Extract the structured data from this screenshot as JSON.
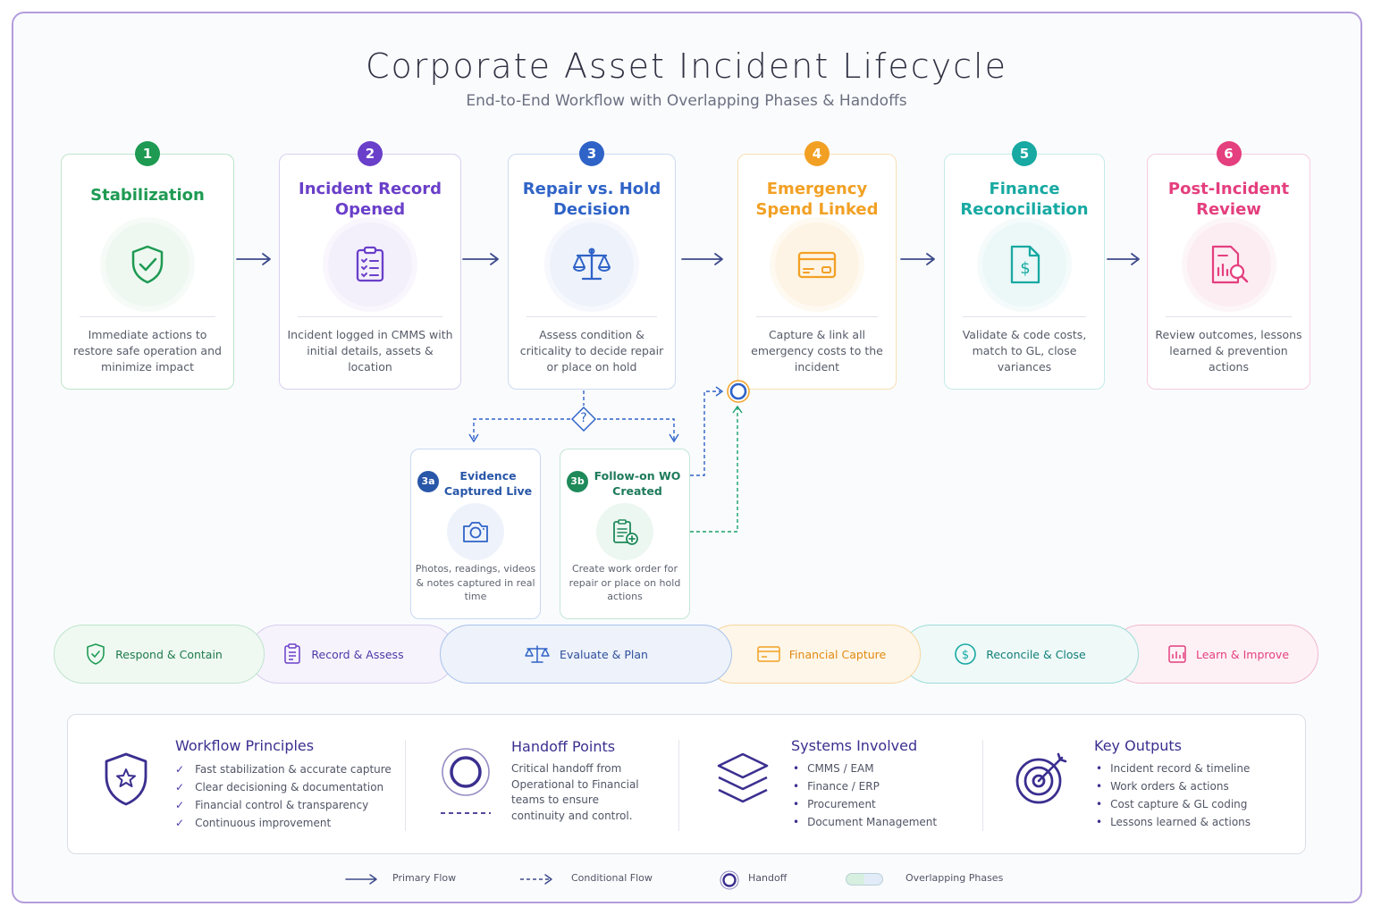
{
  "title": "Corporate Asset Incident Lifecycle",
  "subtitle": "End-to-End Workflow with Overlapping Phases & Handoffs",
  "colors": {
    "green": "#1e9a52",
    "purple": "#6a3fc9",
    "blue": "#2f63c7",
    "orange": "#f2a024",
    "teal": "#17a9a2",
    "pink": "#e43f7e",
    "navy": "#3a2f8f"
  },
  "phases": [
    {
      "number": "1",
      "title": "Stabilization",
      "icon": "shield-check-icon",
      "description": "Immediate actions to restore safe operation and minimize impact"
    },
    {
      "number": "2",
      "title": "Incident Record Opened",
      "icon": "clipboard-checklist-icon",
      "description": "Incident logged in CMMS with initial details, assets & location"
    },
    {
      "number": "3",
      "title": "Repair vs. Hold Decision",
      "icon": "balance-scale-icon",
      "description": "Assess condition & criticality to decide repair or place on hold"
    },
    {
      "number": "4",
      "title": "Emergency Spend Linked",
      "icon": "credit-card-icon",
      "description": "Capture & link all emergency costs to the incident"
    },
    {
      "number": "5",
      "title": "Finance Reconciliation",
      "icon": "dollar-document-icon",
      "description": "Validate & code costs, match to GL, close variances"
    },
    {
      "number": "6",
      "title": "Post-Incident Review",
      "icon": "report-search-icon",
      "description": "Review outcomes, lessons learned & prevention actions"
    }
  ],
  "decision_symbol": "?",
  "subphases": [
    {
      "number": "3a",
      "title": "Evidence Captured Live",
      "icon": "camera-icon",
      "description": "Photos, readings, videos & notes captured in real time"
    },
    {
      "number": "3b",
      "title": "Follow-on WO Created",
      "icon": "clipboard-add-icon",
      "description": "Create work order for repair or place on hold actions"
    }
  ],
  "band": [
    {
      "label": "Respond & Contain",
      "icon": "shield-check-icon"
    },
    {
      "label": "Record & Assess",
      "icon": "clipboard-icon"
    },
    {
      "label": "Evaluate & Plan",
      "icon": "balance-scale-icon"
    },
    {
      "label": "Financial Capture",
      "icon": "credit-card-icon"
    },
    {
      "label": "Reconcile & Close",
      "icon": "dollar-circle-icon"
    },
    {
      "label": "Learn & Improve",
      "icon": "bar-chart-icon"
    }
  ],
  "principles": {
    "title": "Workflow Principles",
    "icon": "shield-star-icon",
    "items": [
      "Fast stabilization & accurate capture",
      "Clear decisioning & documentation",
      "Financial control & transparency",
      "Continuous improvement"
    ]
  },
  "handoff": {
    "title": "Handoff Points",
    "icon": "handoff-ring-icon",
    "text": "Critical handoff from Operational to Financial teams to ensure continuity and control."
  },
  "systems": {
    "title": "Systems Involved",
    "icon": "layers-icon",
    "items": [
      "CMMS / EAM",
      "Finance / ERP",
      "Procurement",
      "Document Management"
    ]
  },
  "outputs": {
    "title": "Key Outputs",
    "icon": "target-icon",
    "items": [
      "Incident record & timeline",
      "Work orders & actions",
      "Cost capture & GL coding",
      "Lessons learned & actions"
    ]
  },
  "legend": {
    "primary": "Primary Flow",
    "conditional": "Conditional Flow",
    "handoff": "Handoff",
    "overlap": "Overlapping Phases"
  }
}
